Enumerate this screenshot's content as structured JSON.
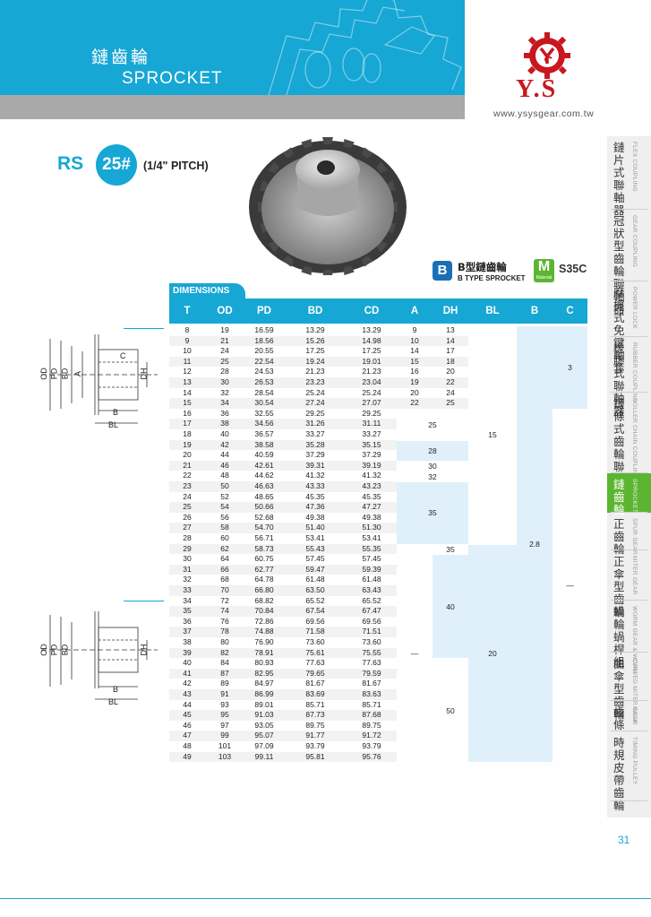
{
  "header": {
    "title_zh": "鏈齒輪",
    "title_en": "SPROCKET",
    "brand": "Y.S",
    "website": "www.ysysgear.com.tw"
  },
  "product": {
    "series": "RS",
    "number": "25#",
    "pitch": "(1/4\" PITCH)",
    "type_icon": "B",
    "type_zh": "B型鏈齒輪",
    "type_en": "B TYPE SPROCKET",
    "material_icon": "M",
    "material_icon_sub": "Material",
    "material": "S35C"
  },
  "diagram": {
    "labels": [
      "OD",
      "PD",
      "BD",
      "A",
      "C",
      "DH",
      "B",
      "BL"
    ]
  },
  "table": {
    "tab_label": "DIMENSIONS",
    "columns": [
      "T",
      "OD",
      "PD",
      "BD",
      "CD",
      "A",
      "DH",
      "BL",
      "B",
      "C"
    ],
    "rows": [
      [
        "8",
        "19",
        "16.59",
        "13.29",
        "13.29"
      ],
      [
        "9",
        "21",
        "18.56",
        "15.26",
        "14.98"
      ],
      [
        "10",
        "24",
        "20.55",
        "17.25",
        "17.25"
      ],
      [
        "11",
        "25",
        "22.54",
        "19.24",
        "19.01"
      ],
      [
        "12",
        "28",
        "24.53",
        "21.23",
        "21.23"
      ],
      [
        "13",
        "30",
        "26.53",
        "23.23",
        "23.04"
      ],
      [
        "14",
        "32",
        "28.54",
        "25.24",
        "25.24"
      ],
      [
        "15",
        "34",
        "30.54",
        "27.24",
        "27.07"
      ],
      [
        "16",
        "36",
        "32.55",
        "29.25",
        "29.25"
      ],
      [
        "17",
        "38",
        "34.56",
        "31.26",
        "31.11"
      ],
      [
        "18",
        "40",
        "36.57",
        "33.27",
        "33.27"
      ],
      [
        "19",
        "42",
        "38.58",
        "35.28",
        "35.15"
      ],
      [
        "20",
        "44",
        "40.59",
        "37.29",
        "37.29"
      ],
      [
        "21",
        "46",
        "42.61",
        "39.31",
        "39.19"
      ],
      [
        "22",
        "48",
        "44.62",
        "41.32",
        "41.32"
      ],
      [
        "23",
        "50",
        "46.63",
        "43.33",
        "43.23"
      ],
      [
        "24",
        "52",
        "48.65",
        "45.35",
        "45.35"
      ],
      [
        "25",
        "54",
        "50.66",
        "47.36",
        "47.27"
      ],
      [
        "26",
        "56",
        "52.68",
        "49.38",
        "49.38"
      ],
      [
        "27",
        "58",
        "54.70",
        "51.40",
        "51.30"
      ],
      [
        "28",
        "60",
        "56.71",
        "53.41",
        "53.41"
      ],
      [
        "29",
        "62",
        "58.73",
        "55.43",
        "55.35"
      ],
      [
        "30",
        "64",
        "60.75",
        "57.45",
        "57.45"
      ],
      [
        "31",
        "66",
        "62.77",
        "59.47",
        "59.39"
      ],
      [
        "32",
        "68",
        "64.78",
        "61.48",
        "61.48"
      ],
      [
        "33",
        "70",
        "66.80",
        "63.50",
        "63.43"
      ],
      [
        "34",
        "72",
        "68.82",
        "65.52",
        "65.52"
      ],
      [
        "35",
        "74",
        "70.84",
        "67.54",
        "67.47"
      ],
      [
        "36",
        "76",
        "72.86",
        "69.56",
        "69.56"
      ],
      [
        "37",
        "78",
        "74.88",
        "71.58",
        "71.51"
      ],
      [
        "38",
        "80",
        "76.90",
        "73.60",
        "73.60"
      ],
      [
        "39",
        "82",
        "78.91",
        "75.61",
        "75.55"
      ],
      [
        "40",
        "84",
        "80.93",
        "77.63",
        "77.63"
      ],
      [
        "41",
        "87",
        "82.95",
        "79.65",
        "79.59"
      ],
      [
        "42",
        "89",
        "84.97",
        "81.67",
        "81.67"
      ],
      [
        "43",
        "91",
        "86.99",
        "83.69",
        "83.63"
      ],
      [
        "44",
        "93",
        "89.01",
        "85.71",
        "85.71"
      ],
      [
        "45",
        "95",
        "91.03",
        "87.73",
        "87.68"
      ],
      [
        "46",
        "97",
        "93.05",
        "89.75",
        "89.75"
      ],
      [
        "47",
        "99",
        "95.07",
        "91.77",
        "91.72"
      ],
      [
        "48",
        "101",
        "97.09",
        "93.79",
        "93.79"
      ],
      [
        "49",
        "103",
        "99.11",
        "95.81",
        "95.76"
      ]
    ],
    "a_dh_rows": [
      [
        "9",
        "13"
      ],
      [
        "10",
        "14"
      ],
      [
        "14",
        "17"
      ],
      [
        "15",
        "18"
      ],
      [
        "16",
        "20"
      ],
      [
        "19",
        "22"
      ],
      [
        "20",
        "24"
      ],
      [
        "22",
        "25"
      ]
    ],
    "merged": {
      "a_16_18": "25",
      "a_19_20": "28",
      "a_21": "30",
      "a_22": "32",
      "a_23_28": "35",
      "a_29_49": "—",
      "dh_29": "35",
      "dh_30_39": "40",
      "dh_40_49": "50",
      "bl_8_28": "15",
      "bl_29_49": "20",
      "b_all": "2.8",
      "c_8_15": "3",
      "c_16_49": "—"
    }
  },
  "sidebar": {
    "items": [
      {
        "zh": "鏈片式聯軸器",
        "en": "FLEX COUPLING"
      },
      {
        "zh": "冠狀型齒輪聯軸器",
        "en": "GEAR COUPLING"
      },
      {
        "zh": "摩擦式免鍵軸套",
        "en": "POWER LOCK"
      },
      {
        "zh": "橡膠式聯軸器",
        "en": "RUBBER COUPLING"
      },
      {
        "zh": "鏈條式齒輪聯軸器",
        "en": "ROLLER CHAIN COUPLING"
      },
      {
        "zh": "鏈齒輪",
        "en": "SPROCKET"
      },
      {
        "zh": "正齒輪",
        "en": "SPUR GEAR"
      },
      {
        "zh": "正傘型齒輪",
        "en": "MITER GEAR"
      },
      {
        "zh": "蝸輪蝸桿組",
        "en": "WORM GEAR & WORM"
      },
      {
        "zh": "曲傘型齒輪",
        "en": "CURVED MITER GEAR"
      },
      {
        "zh": "齒條",
        "en": "RACK"
      },
      {
        "zh": "時規皮帶齒輪",
        "en": "TIMING PULLEY"
      }
    ]
  },
  "footer": {
    "page_number": "31"
  },
  "colors": {
    "accent": "#16a7d4",
    "header_gray": "#a9a9a9",
    "brand_red": "#c8171f",
    "sidebar_active": "#5cb531",
    "cell_highlight": "#dff0fa"
  }
}
